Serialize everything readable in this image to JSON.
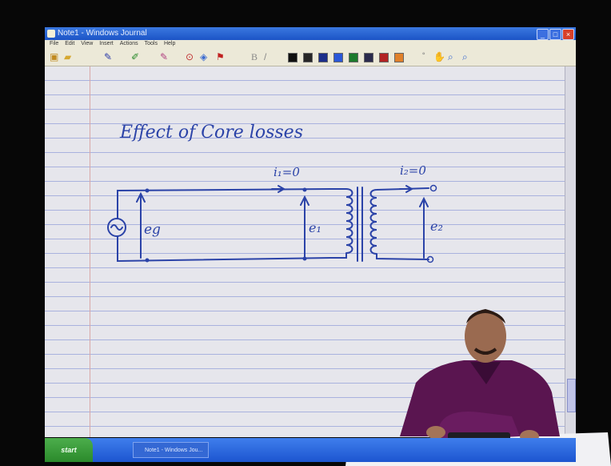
{
  "window": {
    "title": "Note1 - Windows Journal",
    "controls": {
      "minimize": "_",
      "maximize": "□",
      "close": "×"
    }
  },
  "menubar": {
    "items": [
      "File",
      "Edit",
      "View",
      "Insert",
      "Actions",
      "Tools",
      "Help"
    ]
  },
  "toolbar": {
    "tool_icons": [
      "page-icon",
      "folder-icon",
      "pen-icon",
      "highlighter-icon",
      "eraser-icon",
      "lasso-icon",
      "flag-icon"
    ],
    "bold_label": "B",
    "italic_label": "/",
    "pen_colors": [
      "#101010",
      "#262626",
      "#1c2e8a",
      "#2a58d8",
      "#1c7a2c",
      "#2a2a4c",
      "#b22222",
      "#e0802a"
    ],
    "zoom_icons": [
      "zoom-in-icon",
      "zoom-out-icon",
      "hand-icon"
    ]
  },
  "note": {
    "heading": "Effect of Core losses",
    "labels": {
      "source_voltage": "eg",
      "primary_current": "i₁=0",
      "primary_emf": "e₁",
      "secondary_current": "i₂=0",
      "secondary_emf": "e₂"
    },
    "ink_color": "#2b43a8"
  },
  "taskbar": {
    "start_label": "start",
    "task_item": "Note1 - Windows Jou..."
  }
}
